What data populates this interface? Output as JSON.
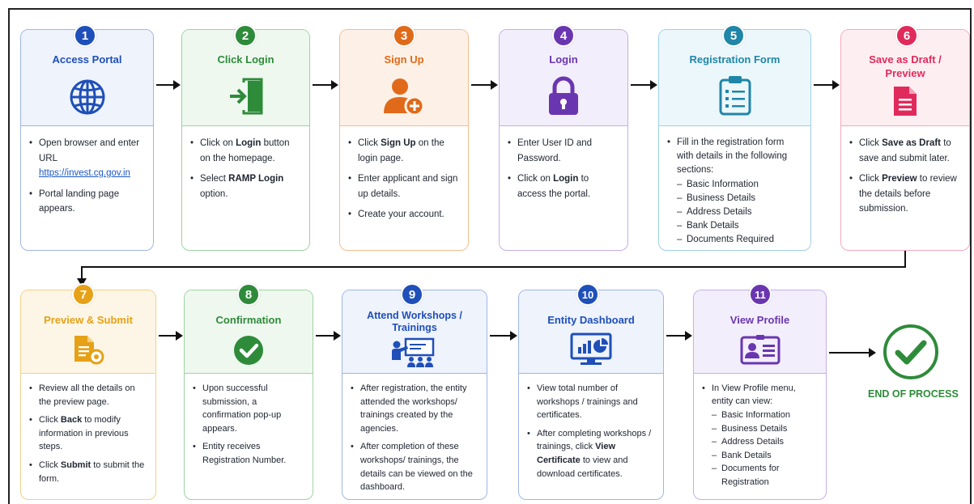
{
  "steps": [
    {
      "number": "1",
      "title": "Access Portal",
      "items": [
        "Open browser and enter URL",
        "https://invest.cg.gov.in",
        "Portal landing page appears."
      ],
      "icon": "globe-icon",
      "color": "#1f4fb8",
      "tint": "#eef3fc"
    },
    {
      "number": "2",
      "title": "Click Login",
      "items": [
        "Click on ",
        "Login",
        " button on the homepage.",
        "Select ",
        "RAMP Login",
        " option."
      ],
      "icon": "login-door-icon",
      "color": "#2e8b3a",
      "tint": "#eef8ef"
    },
    {
      "number": "3",
      "title": "Sign Up",
      "items": [
        "Click ",
        "Sign Up",
        " on the login page.",
        "Enter applicant and sign up details.",
        "Create your account."
      ],
      "icon": "add-user-icon",
      "color": "#e06a1a",
      "tint": "#fdf1e7"
    },
    {
      "number": "4",
      "title": "Login",
      "items": [
        "Enter User ID and Password.",
        "Click on ",
        "Login",
        " to access the portal."
      ],
      "icon": "padlock-icon",
      "color": "#6a36b0",
      "tint": "#f3eefb"
    },
    {
      "number": "5",
      "title": "Registration Form",
      "items": [
        "Fill in the registration form with details in the following sections:"
      ],
      "subitems": [
        "Basic Information",
        "Business Details",
        "Address Details",
        "Bank Details",
        "Documents Required"
      ],
      "icon": "clipboard-list-icon",
      "color": "#1f86a8",
      "tint": "#ecf7fb"
    },
    {
      "number": "6",
      "title": "Save as Draft / Preview",
      "items": [
        "Click ",
        "Save as Draft",
        " to save and submit later.",
        "Click ",
        "Preview",
        " to review the details before submission."
      ],
      "icon": "document-icon",
      "color": "#e02a5c",
      "tint": "#fdeef2"
    },
    {
      "number": "7",
      "title": "Preview & Submit",
      "items": [
        "Review all the details on the preview page.",
        "Click ",
        "Back",
        " to modify information in previous steps.",
        "Click ",
        "Submit",
        " to submit the form."
      ],
      "icon": "document-preview-icon",
      "color": "#e6a117",
      "tint": "#fdf6e6"
    },
    {
      "number": "8",
      "title": "Confirmation",
      "items": [
        "Upon successful submission, a confirmation pop-up appears.",
        "Entity receives Registration Number."
      ],
      "icon": "check-circle-icon",
      "color": "#2e8b3a",
      "tint": "#eef8ef"
    },
    {
      "number": "9",
      "title": "Attend Workshops / Trainings",
      "items": [
        "After registration, the entity attended the workshops/ trainings created by the agencies.",
        "After completion of these workshops/ trainings, the details can be viewed on the dashboard."
      ],
      "icon": "training-icon",
      "color": "#1f4fb8",
      "tint": "#eef3fc"
    },
    {
      "number": "10",
      "title": "Entity Dashboard",
      "items": [
        "View total number of workshops / trainings and certificates.",
        "After completing workshops / trainings, click ",
        "View Certificate",
        " to view and download certificates."
      ],
      "icon": "dashboard-monitor-icon",
      "color": "#1f4fb8",
      "tint": "#eef3fc"
    },
    {
      "number": "11",
      "title": "View Profile",
      "items": [
        "In View Profile menu, entity can view:"
      ],
      "subitems": [
        "Basic Information",
        "Business Details",
        "Address Details",
        "Bank Details",
        "Documents for Registration"
      ],
      "icon": "profile-card-icon",
      "color": "#6a36b0",
      "tint": "#f3eefb"
    }
  ],
  "end": {
    "label": "END OF PROCESS",
    "icon": "check-circle-outline-icon",
    "color": "#2e8b3a"
  }
}
